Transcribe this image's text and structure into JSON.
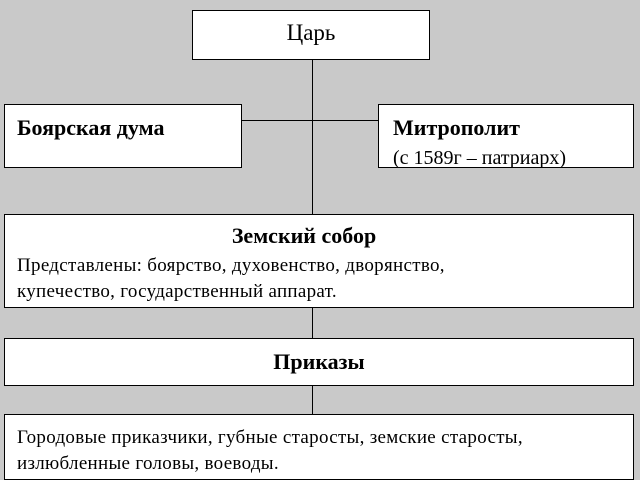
{
  "nodes": {
    "tsar": {
      "title": "Царь"
    },
    "duma": {
      "title": "Боярская дума"
    },
    "metropolitan": {
      "title": "Митрополит",
      "subtitle": "(с 1589г – патриарх)"
    },
    "zemsky_sobor": {
      "title": "Земский собор",
      "line1": "Представлены: боярство, духовенство, дворянство,",
      "line2": "купечество, государственный аппарат."
    },
    "prikazy": {
      "title": "Приказы"
    },
    "officials": {
      "line1": "Городовые приказчики, губные старосты, земские старосты,",
      "line2": "излюбленные головы, воеводы."
    }
  },
  "colors": {
    "background": "#c9c9c9",
    "box": "#ffffff",
    "line": "#000000"
  }
}
